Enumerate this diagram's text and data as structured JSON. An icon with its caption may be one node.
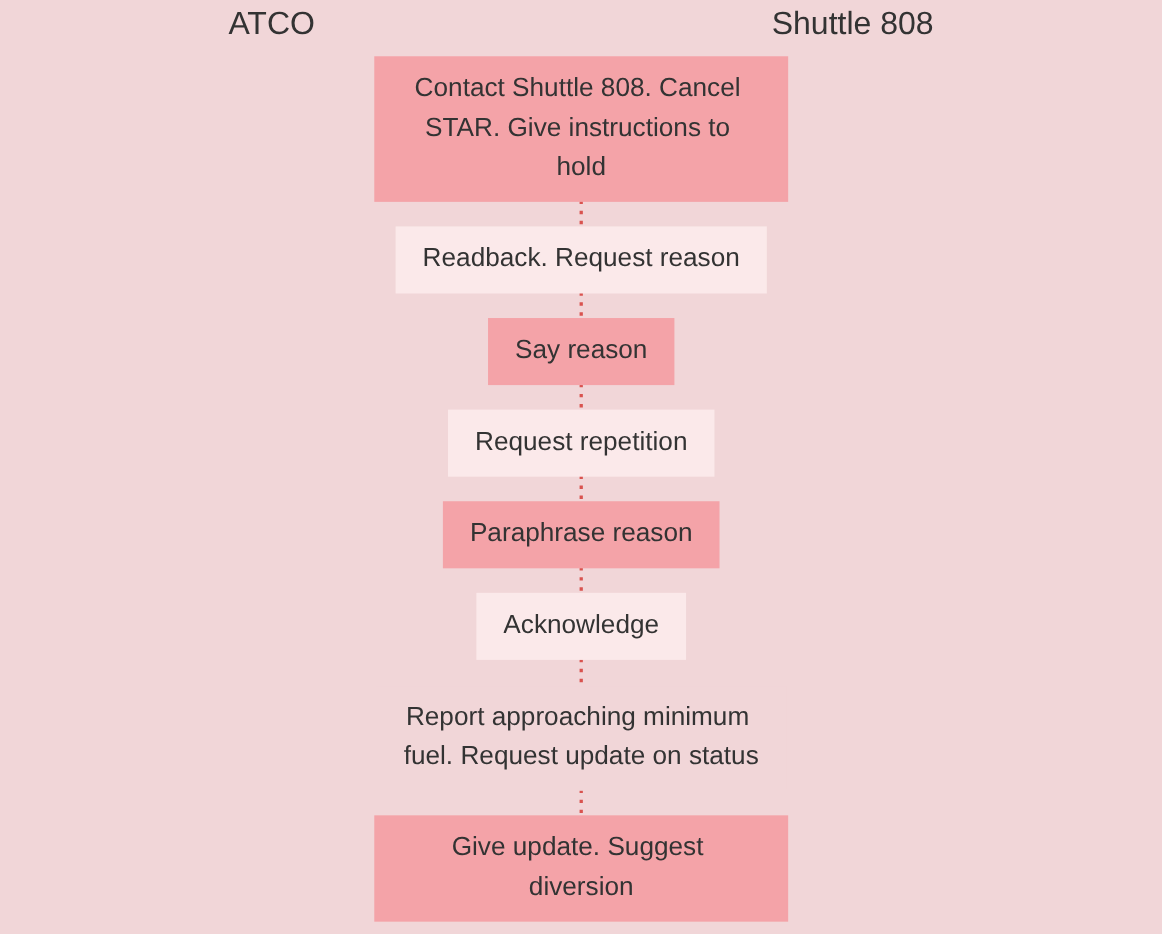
{
  "diagram": {
    "nodes": [
      {
        "text": [
          "Contact Shuttle 808. Cancel STAR. Give instructions to hold"
        ]
      },
      {
        "text": [
          "Readback. Request reason"
        ]
      },
      {
        "text": [
          "Say reason"
        ]
      },
      {
        "text": [
          "Request repetition"
        ]
      },
      {
        "text": [
          "Paraphrase reason"
        ]
      },
      {
        "text": [
          "Acknowledge"
        ]
      },
      {
        "text": [
          "Report approaching minimum fuel. Request update on status"
        ]
      },
      {
        "text": [
          "Give update. Suggest diversion"
        ]
      }
    ],
    "edges": [
      {
        "from": 0,
        "to": 1,
        "arrow": "none",
        "style": "dashed"
      },
      {
        "from": 1,
        "to": 2,
        "arrow": "none",
        "style": "dashed"
      },
      {
        "from": 2,
        "to": 3,
        "arrow": "none",
        "style": "dashed"
      },
      {
        "from": 3,
        "to": 4,
        "arrow": "none",
        "style": "dashed"
      },
      {
        "from": 4,
        "to": 5,
        "arrow": "none",
        "style": "dashed"
      },
      {
        "from": 5,
        "to": 6,
        "arrow": "none",
        "style": "dashed"
      },
      {
        "from": 6,
        "to": 7,
        "arrow": "none",
        "style": "dashed"
      }
    ],
    "labels": [
      "ATCO",
      "Shuttle 808"
    ]
  }
}
